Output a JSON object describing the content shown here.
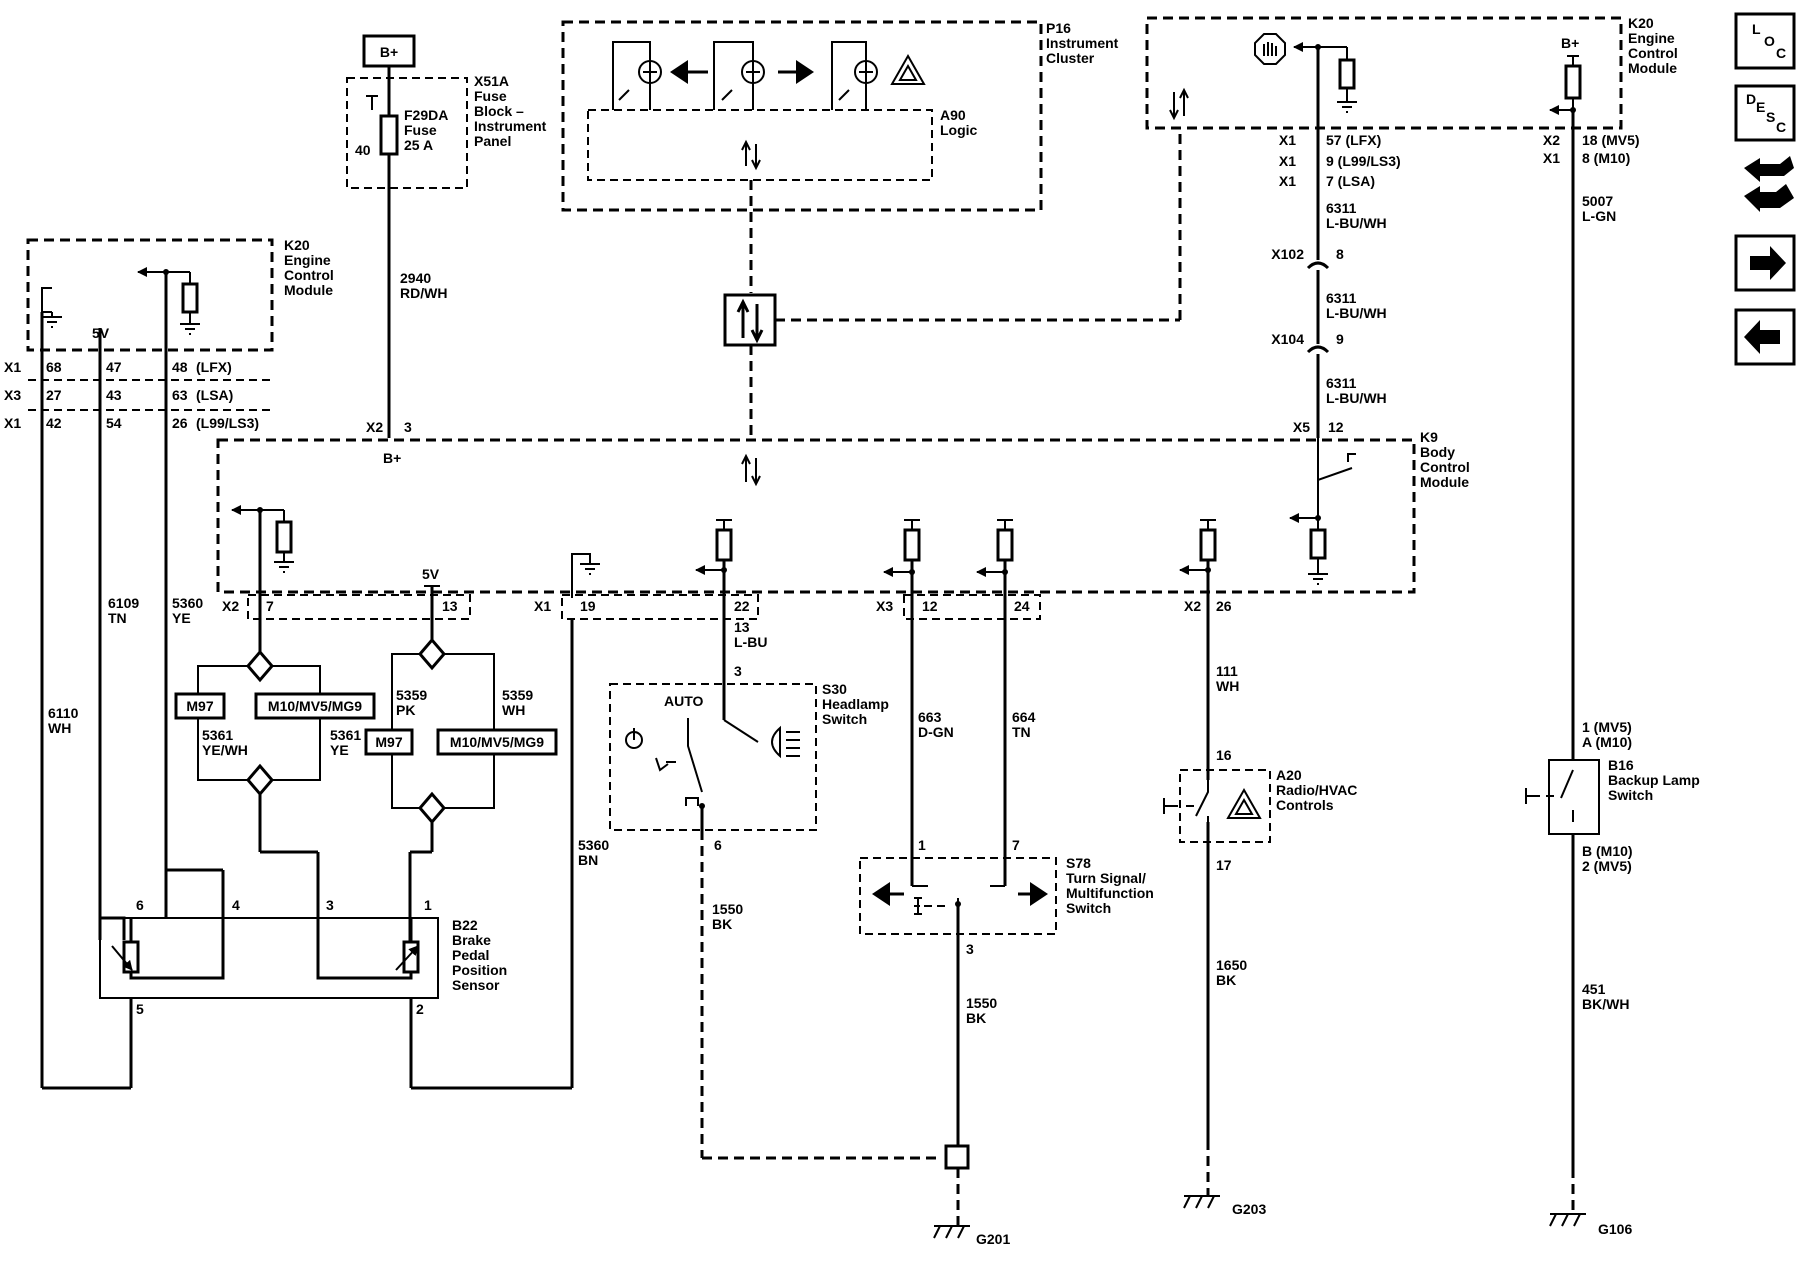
{
  "power": {
    "bplus_box": "B+",
    "fuse_block": "X51A\nFuse\nBlock –\nInstrument\nPanel",
    "fuse": "F29DA\nFuse\n25 A",
    "fuse_pin": "40",
    "wire_2940": "2940\nRD/WH",
    "x2_label": "X2",
    "x2_pin": "3",
    "bplus_bcm": "B+"
  },
  "cluster": {
    "name": "P16\nInstrument\nCluster",
    "logic": "A90\nLogic"
  },
  "ecm_top": {
    "name": "K20\nEngine\nControl\nModule",
    "bplus": "B+",
    "conn_left": [
      {
        "conn": "X1",
        "pin": "57 (LFX)"
      },
      {
        "conn": "X1",
        "pin": "9 (L99/LS3)"
      },
      {
        "conn": "X1",
        "pin": "7 (LSA)"
      }
    ],
    "conn_right": [
      {
        "conn": "X2",
        "pin": "18 (MV5)"
      },
      {
        "conn": "X1",
        "pin": "8 (M10)"
      }
    ],
    "wire_6311_a": "6311\nL-BU/WH",
    "x102": "X102",
    "x102_pin": "8",
    "wire_6311_b": "6311\nL-BU/WH",
    "x104": "X104",
    "x104_pin": "9",
    "wire_6311_c": "6311\nL-BU/WH",
    "x5": "X5",
    "x5_pin": "12",
    "wire_5007": "5007\nL-GN"
  },
  "ecm_left": {
    "name": "K20\nEngine\nControl\nModule",
    "fivev": "5V",
    "rows": [
      {
        "conn": "X1",
        "pins": [
          "68",
          "47",
          "48"
        ],
        "variant": "(LFX)"
      },
      {
        "conn": "X3",
        "pins": [
          "27",
          "43",
          "63"
        ],
        "variant": "(LSA)"
      },
      {
        "conn": "X1",
        "pins": [
          "42",
          "54",
          "26"
        ],
        "variant": "(L99/LS3)"
      }
    ]
  },
  "bcm": {
    "name": "K9\nBody\nControl\nModule",
    "fivev": "5V",
    "x2": "X2",
    "pin7": "7",
    "pin13": "13",
    "x1": "X1",
    "pin19": "19",
    "pin22": "22",
    "x3": "X3",
    "pin12": "12",
    "pin24": "24",
    "x2b": "X2",
    "pin26": "26"
  },
  "wires": {
    "w6109": "6109\nTN",
    "w5360ye": "5360\nYE",
    "w6110": "6110\nWH",
    "w5359pk": "5359\nPK",
    "w5359wh": "5359\nWH",
    "w5361yewh": "5361\nYE/WH",
    "w5361ye": "5361\nYE",
    "w5360bn": "5360\nBN",
    "w13": "13\nL-BU",
    "w1550a": "1550\nBK",
    "w663": "663\nD-GN",
    "w664": "664\nTN",
    "w1550b": "1550\nBK",
    "w111": "111\nWH",
    "w1650": "1650\nBK",
    "w451": "451\nBK/WH"
  },
  "options": {
    "m97_a": "M97",
    "m10_a": "M10/MV5/MG9",
    "m97_b": "M97",
    "m10_b": "M10/MV5/MG9"
  },
  "sensor": {
    "name": "B22\nBrake\nPedal\nPosition\nSensor",
    "pin6": "6",
    "pin4": "4",
    "pin3": "3",
    "pin1": "1",
    "pin5": "5",
    "pin2": "2"
  },
  "headlamp": {
    "name": "S30\nHeadlamp\nSwitch",
    "auto": "AUTO",
    "pin3": "3",
    "pin6": "6"
  },
  "turn": {
    "name": "S78\nTurn Signal/\nMultifunction\nSwitch",
    "pin1": "1",
    "pin7": "7",
    "pin3": "3"
  },
  "radio": {
    "name": "A20\nRadio/HVAC\nControls",
    "pin16": "16",
    "pin17": "17"
  },
  "backup": {
    "name": "B16\nBackup Lamp\nSwitch",
    "pin_top": "1 (MV5)\nA (M10)",
    "pin_bot": "B (M10)\n2 (MV5)"
  },
  "grounds": {
    "g201": "G201",
    "g203": "G203",
    "g106": "G106"
  },
  "nav": {
    "loc": [
      "L",
      "O",
      "C"
    ],
    "desc": [
      "D",
      "E",
      "S",
      "C"
    ]
  }
}
